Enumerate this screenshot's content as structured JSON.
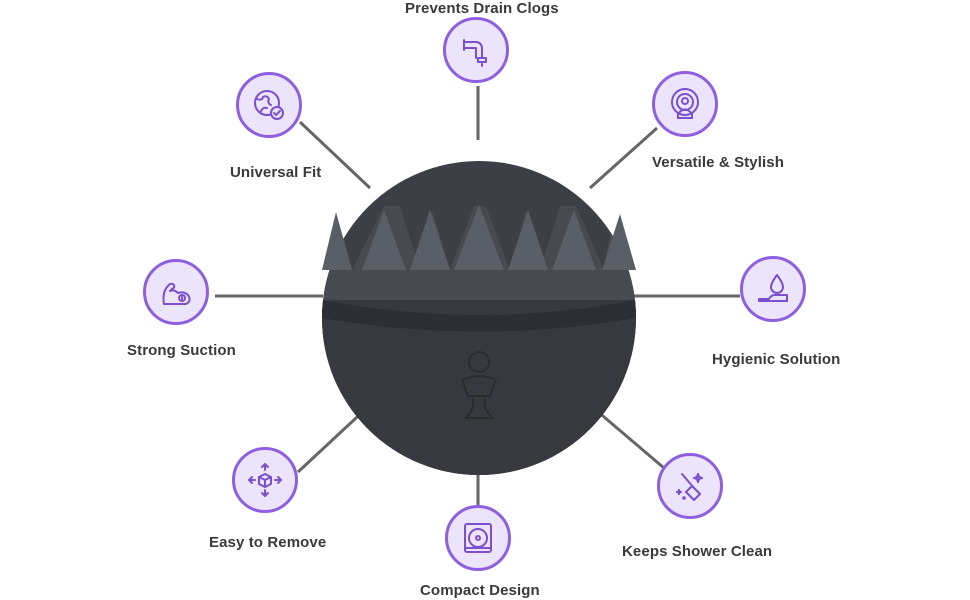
{
  "features": [
    {
      "label": "Prevents Drain Clogs",
      "icon": "drain-pipe-icon"
    },
    {
      "label": "Versatile & Stylish",
      "icon": "target-person-icon"
    },
    {
      "label": "Hygienic Solution",
      "icon": "water-drop-icon"
    },
    {
      "label": "Keeps Shower Clean",
      "icon": "broom-sparkle-icon"
    },
    {
      "label": "Compact Design",
      "icon": "compact-disc-box-icon"
    },
    {
      "label": "Easy to Remove",
      "icon": "cube-arrows-icon"
    },
    {
      "label": "Strong Suction",
      "icon": "flexed-arm-icon"
    },
    {
      "label": "Universal Fit",
      "icon": "globe-check-icon"
    }
  ],
  "colors": {
    "icon_border": "#8e5fe0",
    "icon_fill": "#ece4fb",
    "icon_stroke": "#7a4fd0",
    "connector": "#666666",
    "product": "#3c3f45",
    "label_text": "#3a3a3a"
  }
}
